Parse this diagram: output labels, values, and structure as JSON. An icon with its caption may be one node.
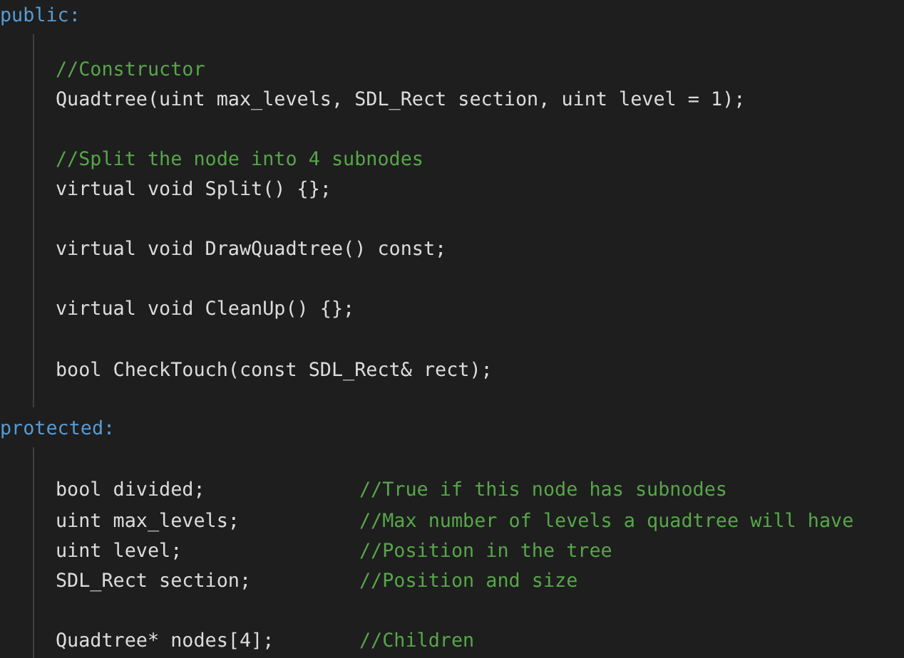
{
  "diagram": {
    "labels": [
      "public:",
      "//Constructor",
      "Quadtree(uint max_levels, SDL_Rect section, uint level = 1);",
      "//Split the node into 4 subnodes",
      "virtual void Split() {};",
      "virtual void DrawQuadtree() const;",
      "virtual void CleanUp() {};",
      "bool CheckTouch(const SDL_Rect& rect);",
      "protected:",
      "bool divided;",
      "//True if this node has subnodes",
      "uint max_levels;",
      "//Max number of levels a quadtree will have",
      "uint level;",
      "//Position in the tree",
      "SDL_Rect section;",
      "//Position and size",
      "Quadtree* nodes[4];",
      "//Children"
    ]
  }
}
